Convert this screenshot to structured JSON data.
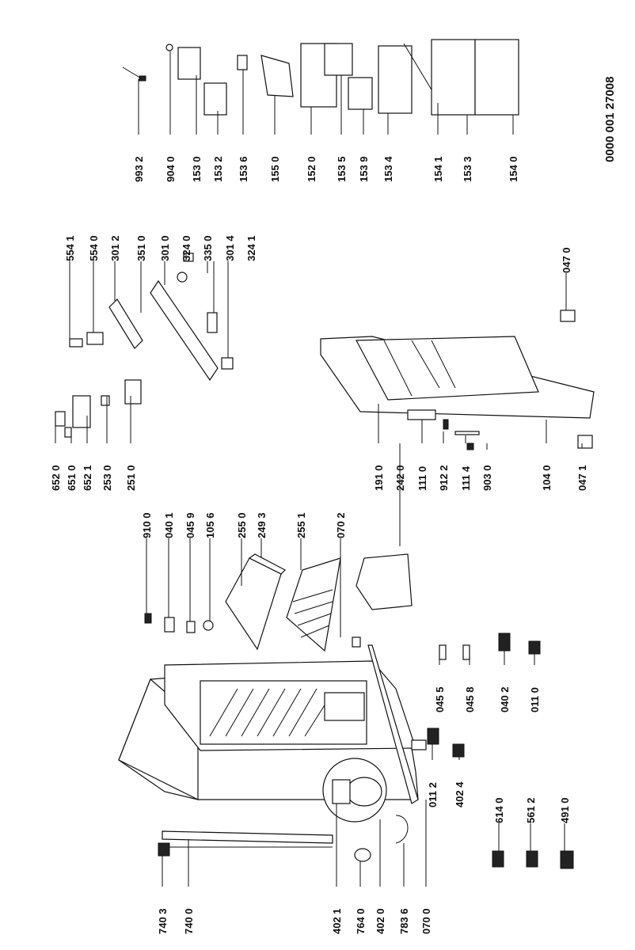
{
  "document_id": "0000 001 27008",
  "labels": [
    "993 2",
    "904 0",
    "153 0",
    "153 2",
    "153 6",
    "155 0",
    "152 0",
    "153 5",
    "153 9",
    "153 4",
    "154 1",
    "153 3",
    "154 0",
    "554 1",
    "554 0",
    "301 2",
    "351 0",
    "301 0",
    "324 0",
    "335 0",
    "301 4",
    "324 1",
    "047 0",
    "652 0",
    "651 0",
    "652 1",
    "253 0",
    "251 0",
    "910 0",
    "040 1",
    "045 9",
    "105 6",
    "255 0",
    "249 3",
    "255 1",
    "070 2",
    "191 0",
    "242 0",
    "111 0",
    "912 2",
    "111 4",
    "903 0",
    "104 0",
    "047 1",
    "045 5",
    "045 8",
    "040 2",
    "011 0",
    "011 2",
    "402 4",
    "614 0",
    "561 2",
    "491 0",
    "740 3",
    "740 0",
    "402 1",
    "764 0",
    "402 0",
    "783 6",
    "070 0"
  ]
}
